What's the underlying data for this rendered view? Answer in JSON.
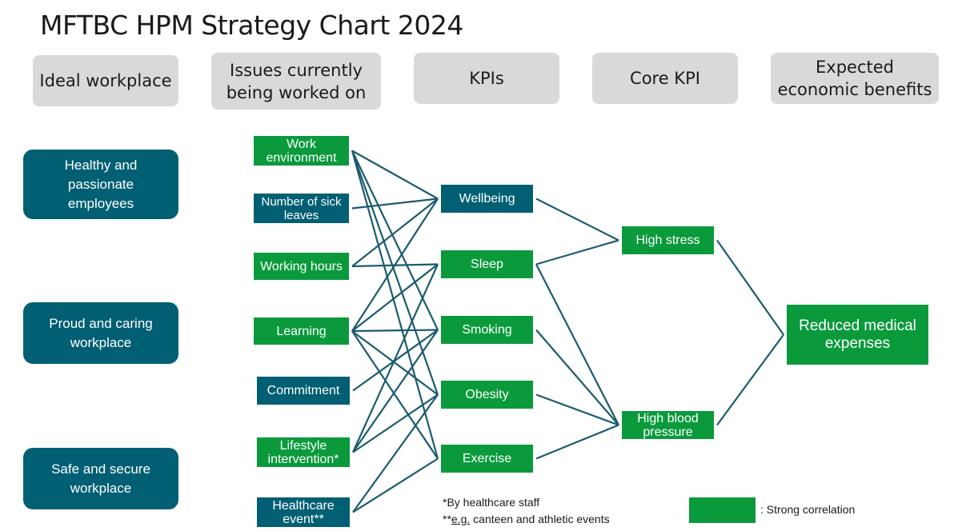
{
  "title": "MFTBC HPM Strategy Chart 2024",
  "colors": {
    "green": "#0a9a3c",
    "teal": "#005f73",
    "header_gray": "#d9d9d9",
    "line": "#1b5b6e"
  },
  "headers": [
    "Ideal workplace",
    "Issues currently being worked on",
    "KPIs",
    "Core KPI",
    "Expected economic benefits"
  ],
  "ideal_workplace": [
    "Healthy and passionate employees",
    "Proud and caring workplace",
    "Safe and secure workplace"
  ],
  "issues": [
    {
      "label": "Work environment",
      "style": "green"
    },
    {
      "label": "Number of sick leaves",
      "style": "teal"
    },
    {
      "label": "Working hours",
      "style": "green"
    },
    {
      "label": "Learning",
      "style": "green"
    },
    {
      "label": "Commitment",
      "style": "teal"
    },
    {
      "label": "Lifestyle intervention*",
      "style": "green"
    },
    {
      "label": "Healthcare event**",
      "style": "teal"
    }
  ],
  "kpis": [
    {
      "label": "Wellbeing",
      "style": "teal"
    },
    {
      "label": "Sleep",
      "style": "green"
    },
    {
      "label": "Smoking",
      "style": "green"
    },
    {
      "label": "Obesity",
      "style": "green"
    },
    {
      "label": "Exercise",
      "style": "green"
    }
  ],
  "core_kpis": [
    {
      "label": "High stress",
      "style": "green"
    },
    {
      "label": "High blood pressure",
      "style": "green"
    }
  ],
  "benefit": {
    "label": "Reduced medical expenses",
    "style": "green"
  },
  "connections": {
    "issues_to_kpis": [
      [
        "Work environment",
        "Wellbeing"
      ],
      [
        "Work environment",
        "Smoking"
      ],
      [
        "Work environment",
        "Obesity"
      ],
      [
        "Work environment",
        "Exercise"
      ],
      [
        "Number of sick leaves",
        "Wellbeing"
      ],
      [
        "Working hours",
        "Wellbeing"
      ],
      [
        "Working hours",
        "Sleep"
      ],
      [
        "Learning",
        "Wellbeing"
      ],
      [
        "Learning",
        "Sleep"
      ],
      [
        "Learning",
        "Smoking"
      ],
      [
        "Learning",
        "Obesity"
      ],
      [
        "Learning",
        "Exercise"
      ],
      [
        "Commitment",
        "Smoking"
      ],
      [
        "Lifestyle intervention*",
        "Sleep"
      ],
      [
        "Lifestyle intervention*",
        "Smoking"
      ],
      [
        "Lifestyle intervention*",
        "Obesity"
      ],
      [
        "Healthcare event**",
        "Obesity"
      ],
      [
        "Healthcare event**",
        "Exercise"
      ]
    ],
    "kpis_to_core": [
      [
        "Wellbeing",
        "High stress"
      ],
      [
        "Sleep",
        "High stress"
      ],
      [
        "Sleep",
        "High blood pressure"
      ],
      [
        "Smoking",
        "High blood pressure"
      ],
      [
        "Obesity",
        "High blood pressure"
      ],
      [
        "Exercise",
        "High blood pressure"
      ]
    ],
    "core_to_benefit": [
      [
        "High stress",
        "Reduced medical expenses"
      ],
      [
        "High blood pressure",
        "Reduced medical expenses"
      ]
    ]
  },
  "footnotes": {
    "healthcare_staff": "*By healthcare staff",
    "events_prefix": "**",
    "events_eg": "e.g.",
    "events_rest": " canteen and athletic events"
  },
  "legend": {
    "label": ": Strong correlation",
    "color": "#0a9a3c"
  }
}
